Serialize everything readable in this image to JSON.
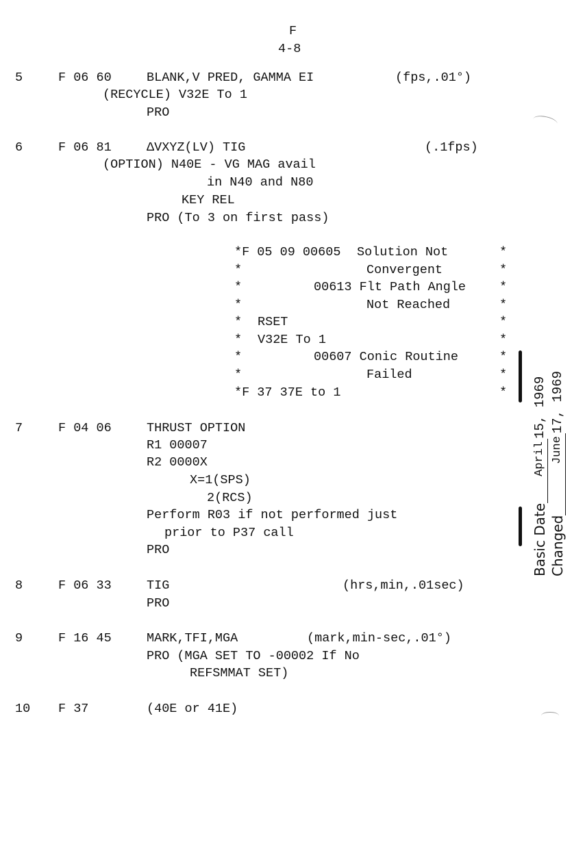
{
  "header": {
    "section": "F",
    "page": "4-8"
  },
  "steps": [
    {
      "num": "5",
      "code": "F 06 60",
      "text": "BLANK,V PRED, GAMMA EI",
      "units": "(fps,.01°)",
      "lines": [
        "(RECYCLE) V32E To 1",
        "PRO"
      ]
    },
    {
      "num": "6",
      "code": "F 06 81",
      "text": "ΔVXYZ(LV) TIG",
      "units": "(.1fps)",
      "lines": [
        "(OPTION) N40E - VG MAG avail",
        "in N40 and N80",
        "KEY REL",
        "PRO (To 3 on first pass)"
      ]
    },
    {
      "num": "7",
      "code": "F 04 06",
      "text": "THRUST OPTION",
      "lines": [
        "R1 00007",
        "R2 0000X",
        "X=1(SPS)",
        "2(RCS)",
        "Perform R03 if not performed just",
        "prior to P37 call",
        "PRO"
      ]
    },
    {
      "num": "8",
      "code": "F 06 33",
      "text": "TIG",
      "units": "(hrs,min,.01sec)",
      "lines": [
        "PRO"
      ]
    },
    {
      "num": "9",
      "code": "F 16 45",
      "text": "MARK,TFI,MGA",
      "units": "(mark,min-sec,.01°)",
      "lines": [
        "PRO (MGA SET TO -00002 If No",
        "REFSMMAT SET)"
      ]
    },
    {
      "num": "10",
      "code": "F 37",
      "text": "(40E or 41E)"
    }
  ],
  "alarm_box": {
    "star": "*",
    "rows": [
      {
        "prefix": "*F 05 09 00605",
        "text": "Solution Not"
      },
      {
        "prefix": "*",
        "text": "Convergent"
      },
      {
        "prefix": "*",
        "text": "00613 Flt Path Angle"
      },
      {
        "prefix": "*",
        "text": "Not Reached"
      },
      {
        "prefix": "*",
        "text": "RSET"
      },
      {
        "prefix": "*",
        "text": "V32E To 1"
      },
      {
        "prefix": "*",
        "text": "00607 Conic Routine"
      },
      {
        "prefix": "*",
        "text": "Failed"
      },
      {
        "prefix": "*F 37 37E to 1",
        "text": ""
      }
    ]
  },
  "dates": {
    "basic_label": "Basic Date",
    "basic_month": "April",
    "basic_date": "15, 1969",
    "changed_label": "Changed",
    "changed_month": "June",
    "changed_date": "17, 1969"
  }
}
